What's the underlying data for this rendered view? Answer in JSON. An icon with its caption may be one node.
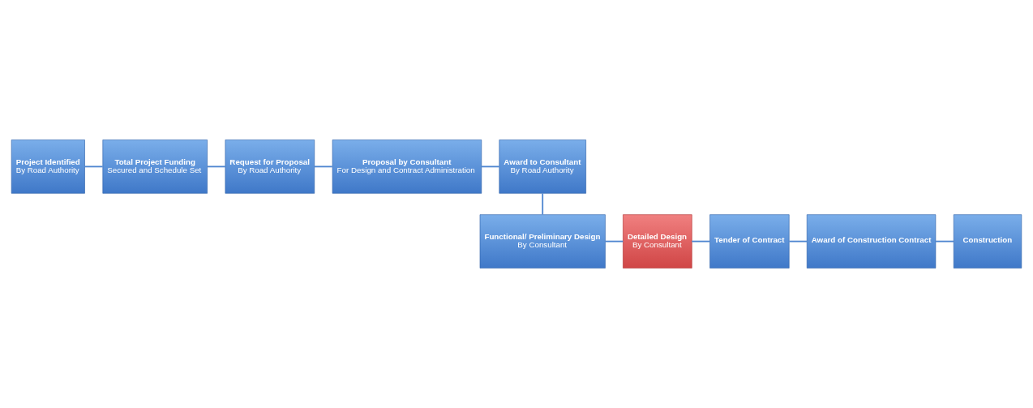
{
  "diagram": {
    "nodes": [
      {
        "text": [
          "Project Identified",
          "By Road Authority"
        ]
      },
      {
        "text": [
          "Total Project Funding",
          "Secured and Schedule Set"
        ]
      },
      {
        "text": [
          "Request for Proposal",
          "By Road Authority"
        ]
      },
      {
        "text": [
          "Proposal by Consultant",
          "For Design and Contract Administration"
        ]
      },
      {
        "text": [
          "Award to Consultant",
          "By Road Authority"
        ]
      },
      {
        "text": [
          "Functional/ Preliminary Design",
          "By Consultant"
        ]
      },
      {
        "text": [
          "Detailed Design",
          "By Consultant"
        ]
      },
      {
        "text": [
          "Tender of Contract"
        ]
      },
      {
        "text": [
          "Award of Construction Contract"
        ]
      },
      {
        "text": [
          "Construction"
        ]
      }
    ],
    "edges": [
      {
        "from": 0,
        "to": 1,
        "arrow": "none"
      },
      {
        "from": 1,
        "to": 2,
        "arrow": "none"
      },
      {
        "from": 2,
        "to": 3,
        "arrow": "none"
      },
      {
        "from": 3,
        "to": 4,
        "arrow": "none"
      },
      {
        "from": 4,
        "to": 5,
        "arrow": "none"
      },
      {
        "from": 5,
        "to": 6,
        "arrow": "none"
      },
      {
        "from": 6,
        "to": 7,
        "arrow": "none"
      },
      {
        "from": 7,
        "to": 8,
        "arrow": "none"
      },
      {
        "from": 8,
        "to": 9,
        "arrow": "none"
      }
    ]
  }
}
